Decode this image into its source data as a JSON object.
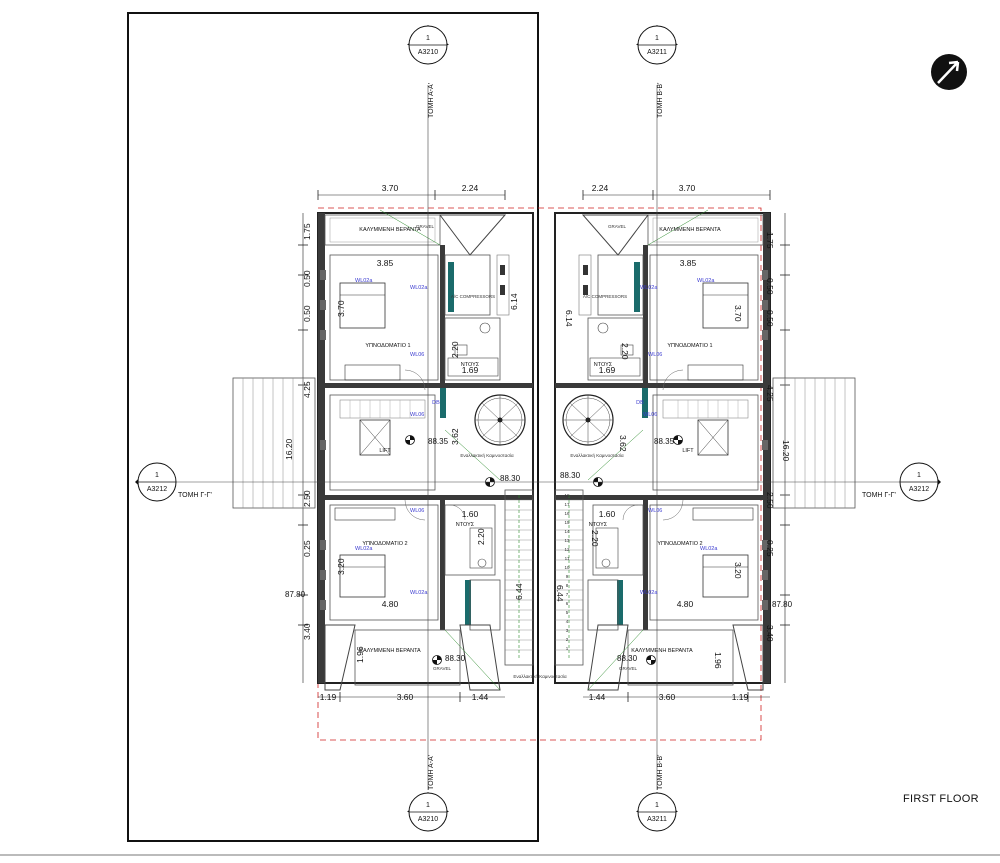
{
  "sheet": {
    "title": "FIRST FLOOR",
    "north_arrow": "north-arrow-icon"
  },
  "sections": {
    "aa": {
      "label": "ΤΟΜΗ Α-Α'",
      "num": "1",
      "sheet": "A3210"
    },
    "bb": {
      "label": "ΤΟΜΗ Β-Β'",
      "num": "1",
      "sheet": "A3211"
    },
    "gg": {
      "label": "ΤΟΜΗ Γ-Γ'",
      "num": "1",
      "sheet": "A3212"
    }
  },
  "rooms": {
    "veranda": "ΚΑΛΥΜΜΕΝΗ ΒΕΡΑΝΤΑ",
    "bedroom1": "ΥΠΝΟΔΟΜΑΤΙΟ 1",
    "bedroom2": "ΥΠΝΟΔΟΜΑΤΙΟ 2",
    "shower": "ΝΤΟΥΣ",
    "lift": "LIFT",
    "gravel": "GRAVEL",
    "ac": "A/C COMPRESSORS",
    "db": "DB",
    "note": "Εναλλακτική Καμινοστασία"
  },
  "windows": {
    "wl02a": "WL02a",
    "wl06": "WL06"
  },
  "levels": {
    "stair": "88.35",
    "mid": "88.30",
    "veranda": "88.30",
    "side": "87.80"
  },
  "dims": {
    "top_a": "3.70",
    "top_b": "2.24",
    "bot_a": "3.60",
    "bot_b": "1.44",
    "bot_c": "1.19",
    "r385": "3.85",
    "r480": "4.80",
    "r160": "1.60",
    "r169": "1.69",
    "r614": "6.14",
    "r644": "6.44",
    "r362": "3.62",
    "r220": "2.20",
    "v175": "1.75",
    "v050": "0.50",
    "v370": "3.70",
    "v425": "4.25",
    "v1620": "16.20",
    "v250": "2.50",
    "v320": "3.20",
    "v340": "3.40",
    "v196": "1.96",
    "v025": "0.25"
  },
  "stair_numbers": [
    "18",
    "17",
    "16",
    "15",
    "14",
    "13",
    "12",
    "11",
    "10",
    "9",
    "8",
    "7",
    "6",
    "5",
    "4",
    "3",
    "2",
    "1"
  ]
}
